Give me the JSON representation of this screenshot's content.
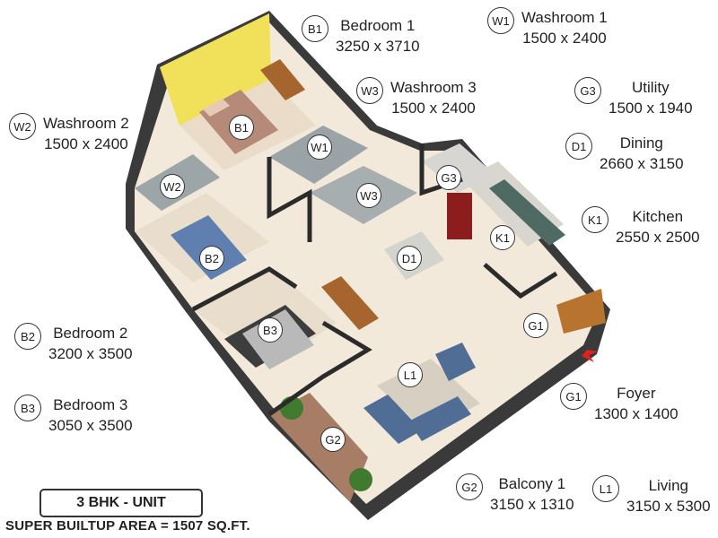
{
  "rooms": [
    {
      "code": "B1",
      "name": "Bedroom 1",
      "dims": "3250 x 3710"
    },
    {
      "code": "W1",
      "name": "Washroom 1",
      "dims": "1500 x 2400"
    },
    {
      "code": "W3",
      "name": "Washroom 3",
      "dims": "1500 x 2400"
    },
    {
      "code": "G3",
      "name": "Utility",
      "dims": "1500 x 1940"
    },
    {
      "code": "W2",
      "name": "Washroom 2",
      "dims": "1500 x 2400"
    },
    {
      "code": "D1",
      "name": "Dining",
      "dims": "2660 x 3150"
    },
    {
      "code": "K1",
      "name": "Kitchen",
      "dims": "2550 x 2500"
    },
    {
      "code": "B2",
      "name": "Bedroom 2",
      "dims": "3200 x 3500"
    },
    {
      "code": "G1",
      "name": "Foyer",
      "dims": "1300 x 1400"
    },
    {
      "code": "B3",
      "name": "Bedroom 3",
      "dims": "3050 x 3500"
    },
    {
      "code": "G2",
      "name": "Balcony 1",
      "dims": "3150 x 1310"
    },
    {
      "code": "L1",
      "name": "Living",
      "dims": "3150 x 5300"
    }
  ],
  "unit_type": "3 BHK - UNIT",
  "area": "SUPER BUILTUP AREA = 1507 SQ.FT.",
  "colors": {
    "wall": "#2b2b2b",
    "floor": "#f1e6d6",
    "yellow_wall": "#f2e45a",
    "entry_arrow": "#e3201b"
  }
}
